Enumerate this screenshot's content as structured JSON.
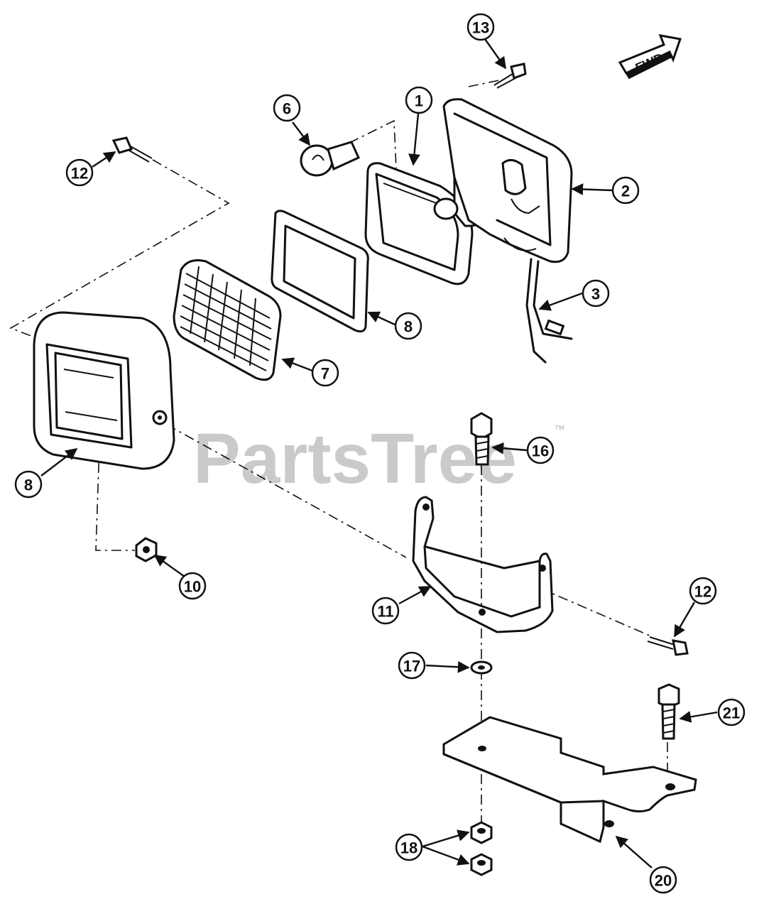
{
  "watermark": {
    "text": "PartsTree",
    "tm": "™"
  },
  "direction": {
    "label": "FWD"
  },
  "callouts": [
    {
      "id": "13",
      "label": "13"
    },
    {
      "id": "6",
      "label": "6"
    },
    {
      "id": "1",
      "label": "1"
    },
    {
      "id": "12a",
      "label": "12"
    },
    {
      "id": "2",
      "label": "2"
    },
    {
      "id": "8a",
      "label": "8"
    },
    {
      "id": "3",
      "label": "3"
    },
    {
      "id": "7",
      "label": "7"
    },
    {
      "id": "8b",
      "label": "8"
    },
    {
      "id": "16",
      "label": "16"
    },
    {
      "id": "11",
      "label": "11"
    },
    {
      "id": "10",
      "label": "10"
    },
    {
      "id": "12b",
      "label": "12"
    },
    {
      "id": "17",
      "label": "17"
    },
    {
      "id": "21",
      "label": "21"
    },
    {
      "id": "18",
      "label": "18"
    },
    {
      "id": "20",
      "label": "20"
    }
  ]
}
